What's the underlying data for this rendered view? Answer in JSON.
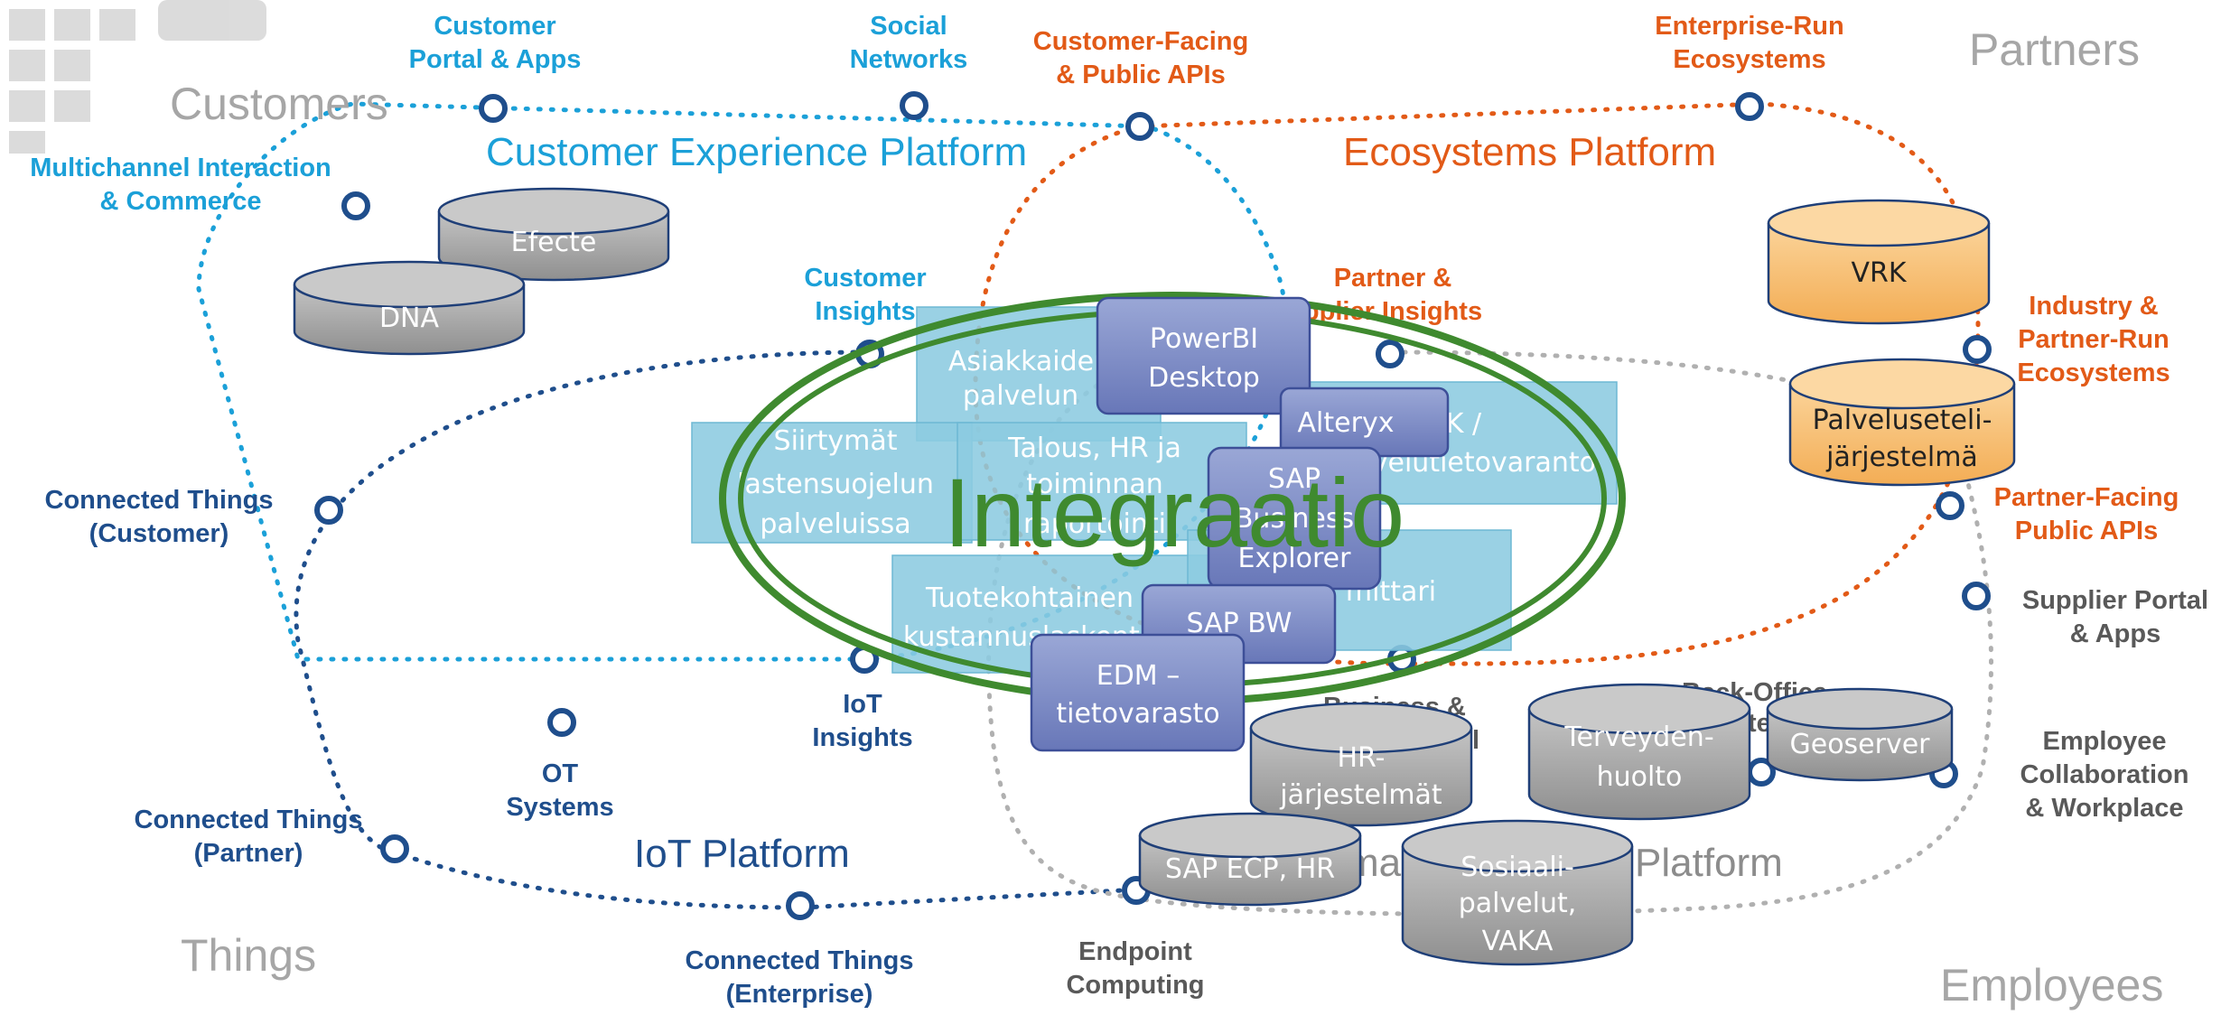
{
  "corners": {
    "customers": "Customers",
    "partners": "Partners",
    "things": "Things",
    "employees": "Employees"
  },
  "platforms": {
    "customer_experience": "Customer Experience Platform",
    "ecosystems": "Ecosystems Platform",
    "iot": "IoT Platform",
    "information_systems_fragment_a": "ma",
    "information_systems_fragment_b": "Platform"
  },
  "touchpoints": {
    "customer_portal": [
      "Customer",
      "Portal & Apps"
    ],
    "social_networks": [
      "Social",
      "Networks"
    ],
    "customer_facing_apis": [
      "Customer-Facing",
      "& Public APIs"
    ],
    "enterprise_run": [
      "Enterprise-Run",
      "Ecosystems"
    ],
    "multichannel": [
      "Multichannel Interaction",
      "& Commerce"
    ],
    "customer_insights": [
      "Customer",
      "Insights"
    ],
    "partner_insights": [
      "Partner &",
      "pplier Insights"
    ],
    "industry_partner": [
      "Industry &",
      "Partner-Run",
      "Ecosystems"
    ],
    "connected_customer": [
      "Connected Things",
      "(Customer)"
    ],
    "partner_facing_apis": [
      "Partner-Facing",
      "Public APIs"
    ],
    "supplier_portal": [
      "Supplier Portal",
      "& Apps"
    ],
    "iot_insights": [
      "IoT",
      "Insights"
    ],
    "business_fragment": [
      "Business &",
      "l"
    ],
    "back_office_fragment": [
      "Back-Office",
      "te"
    ],
    "ot_systems": [
      "OT",
      "Systems"
    ],
    "employee_collab": [
      "Employee",
      "Collaboration",
      "& Workplace"
    ],
    "connected_partner": [
      "Connected Things",
      "(Partner)"
    ],
    "connected_enterprise": [
      "Connected Things",
      "(Enterprise)"
    ],
    "endpoint": [
      "Endpoint",
      "Computing"
    ]
  },
  "boxes": {
    "asiakkaiden": [
      "Asiakkaiden",
      "palvelun"
    ],
    "siirtymat": [
      "Siirtymät",
      "lastensuojelun",
      "palveluissa"
    ],
    "talous": [
      "Talous, HR ja",
      "toiminnan",
      "raportointi"
    ],
    "vrk_box": [
      "RK /",
      "palvelutietovaranto"
    ],
    "tuotekohtainen": [
      "Tuotekohtainen",
      "kustannuslaskenta"
    ],
    "mittari": [
      "mittari"
    ]
  },
  "tools": {
    "powerbi": [
      "PowerBI",
      "Desktop"
    ],
    "alteryx": [
      "Alteryx"
    ],
    "sap_be": [
      "SAP",
      "Business",
      "Explorer"
    ],
    "sap_bw": [
      "SAP BW"
    ],
    "edm": [
      "EDM –",
      "tietovarasto"
    ]
  },
  "cylinders": {
    "efecte": [
      "Efecte"
    ],
    "dna": [
      "DNA"
    ],
    "vrk": [
      "VRK"
    ],
    "palveluseteli": [
      "Palveluseteli-",
      "järjestelmä"
    ],
    "hr": [
      "HR-",
      "järjestelmät"
    ],
    "terveyden": [
      "Terveyden-",
      "huolto"
    ],
    "geoserver": [
      "Geoserver"
    ],
    "sap_ecp": [
      "SAP ECP, HR"
    ],
    "sosiaali": [
      "Sosiaali-",
      "palvelut,",
      "VAKA"
    ]
  },
  "integration_label": "Integraatio",
  "colors": {
    "cyan": "#1ba0d8",
    "orange": "#e25a17",
    "navy": "#1f4e8c",
    "gray": "#8c8c8c",
    "green": "#3f8a2f",
    "box_fill": "#8ccbe0",
    "tool_fill": "#7f8fc6",
    "cyl_gray": "#a9a9a9",
    "cyl_orange": "#f8c37a"
  }
}
